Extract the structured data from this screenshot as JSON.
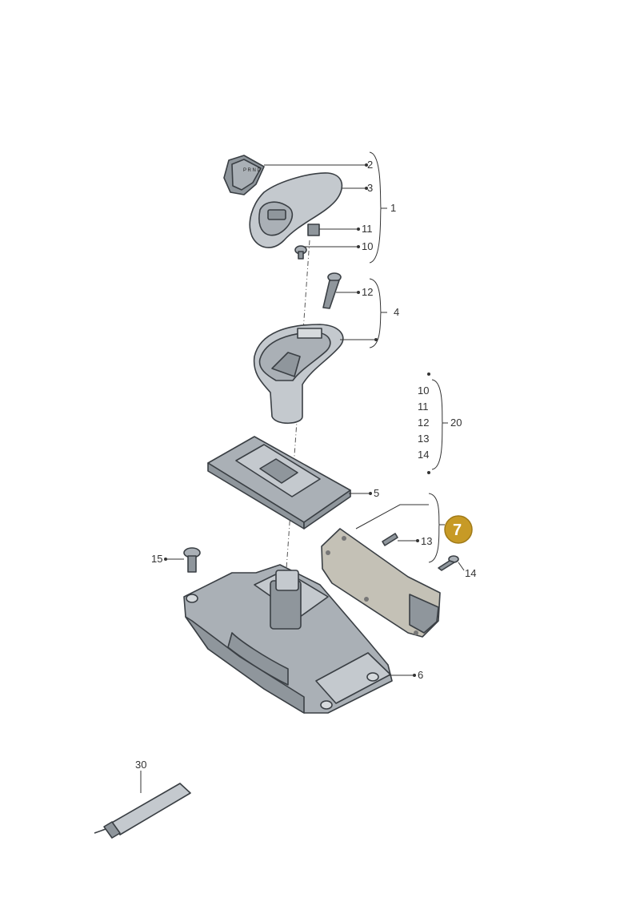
{
  "colors": {
    "highlight": "#c79a26",
    "part_fill": "#aab0b6",
    "line": "#333333"
  },
  "labels": {
    "l1": "1",
    "l2": "2",
    "l3": "3",
    "l4": "4",
    "l5": "5",
    "l6": "6",
    "l10a": "10",
    "l11a": "11",
    "l12a": "12",
    "l13a": "13",
    "l14a": "14",
    "l15": "15",
    "l30": "30",
    "g10": "10",
    "g11": "11",
    "g12": "12",
    "g13": "13",
    "g14": "14",
    "g20": "20"
  },
  "badge": {
    "value": "7"
  }
}
